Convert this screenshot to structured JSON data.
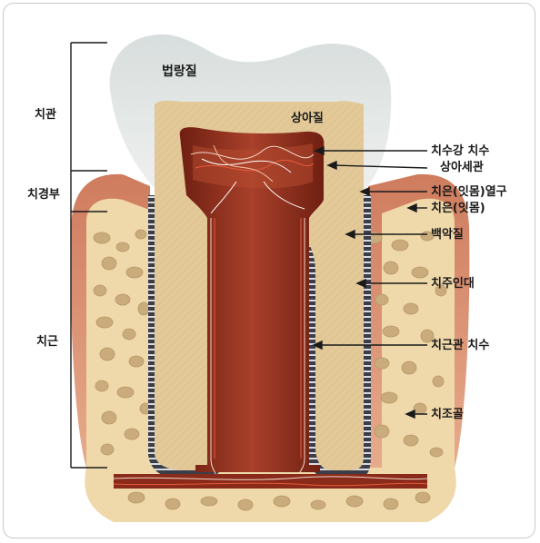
{
  "regions": {
    "crown": "치관",
    "neck": "치경부",
    "root": "치근"
  },
  "parts": {
    "enamel": "법랑질",
    "dentin": "상아질",
    "pulp_chamber": "치수강 치수",
    "dentinal_tubules": "상아세관",
    "gingival_sulcus": "치은(잇몸)열구",
    "gingiva": "치은(잇몸)",
    "cementum": "백악질",
    "periodontal_ligament": "치주인대",
    "root_canal_pulp": "치근관 치수",
    "alveolar_bone": "치조골"
  },
  "colors": {
    "enamel": "#e4e8e8",
    "dentin": "#e3c898",
    "pulp": "#8a2a1a",
    "gum": "#d48f74",
    "bone": "#efd8aa",
    "bone_pore": "#c9ab7c",
    "ligament": "#3b3e48"
  }
}
